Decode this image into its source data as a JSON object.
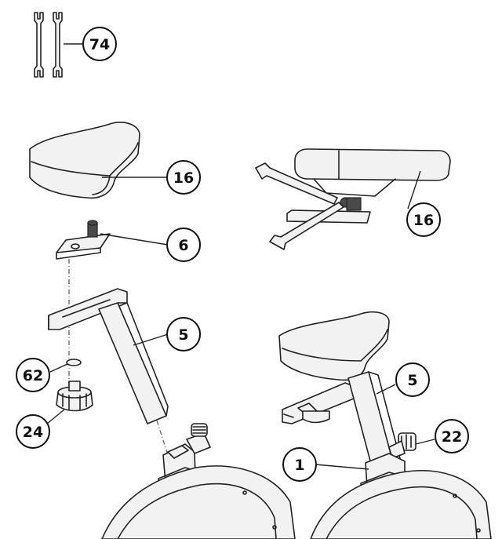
{
  "callouts": [
    {
      "id": "wrench",
      "label": "74"
    },
    {
      "id": "seat-top",
      "label": "16"
    },
    {
      "id": "seat-right",
      "label": "16"
    },
    {
      "id": "slider",
      "label": "6"
    },
    {
      "id": "post-left",
      "label": "5"
    },
    {
      "id": "washer",
      "label": "62"
    },
    {
      "id": "knob-left",
      "label": "24"
    },
    {
      "id": "post-right",
      "label": "5"
    },
    {
      "id": "knob-right",
      "label": "22"
    },
    {
      "id": "frame",
      "label": "1"
    }
  ]
}
